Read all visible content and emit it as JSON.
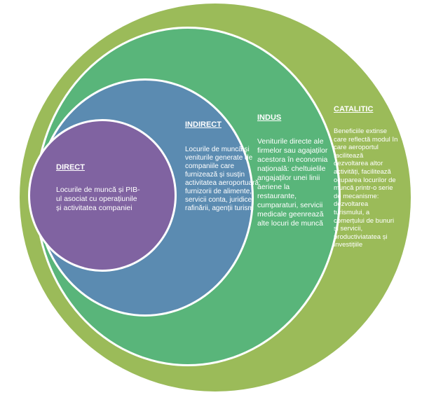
{
  "diagram": {
    "colors": {
      "catalitic": "#9bbb59",
      "indus": "#59b57a",
      "indirect": "#5b8bb1",
      "direct": "#8063a1",
      "text": "#ffffff"
    },
    "catalitic": {
      "title": "CATALITIC",
      "body": "Beneficiile extinse care reflectă modul în care aeroportul facilitează dezvoltarea altor activități, facilitează ocuparea locurilor de muncă printr-o serie de mecanisme: dezvoltarea turismului, a comerțului de bunuri și servicii, productiviatatea și investițiile"
    },
    "indus": {
      "title": "INDUS",
      "body": "Veniturile directe ale firmelor sau agajaților acestora în economia națională: cheltuielile angajaților unei linii aeriene la restaurante, cumparaturi, servicii medicale geenrează alte locuri de muncă"
    },
    "indirect": {
      "title": "INDIRECT",
      "body": "Locurile de muncă și veniturile generate de companiile care furnizează și susțin activitatea aeroportuară: furnizorii de alimente, servicii conta, juridice, rafinării, agenții turism"
    },
    "direct": {
      "title": "DIRECT",
      "body": "Locurile de muncă și PIB-ul asociat cu operațiunile și activitatea companiei"
    }
  }
}
